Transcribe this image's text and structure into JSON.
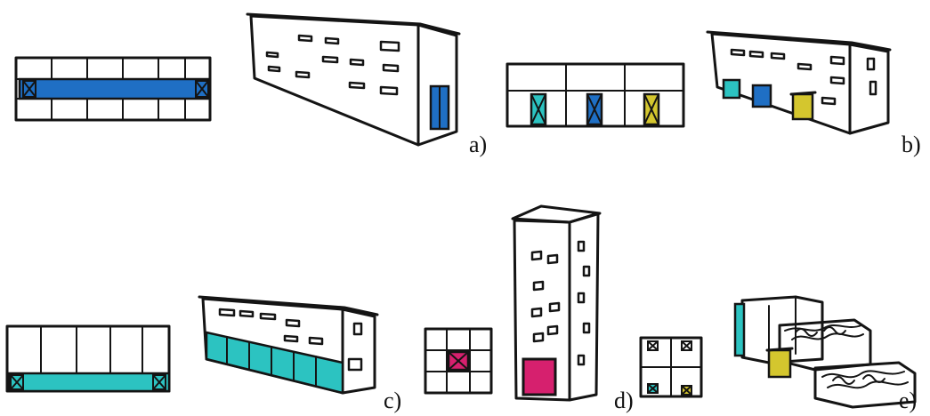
{
  "panels": [
    {
      "id": "a",
      "label": "a)"
    },
    {
      "id": "b",
      "label": "b)"
    },
    {
      "id": "c",
      "label": "c)"
    },
    {
      "id": "d",
      "label": "d)"
    },
    {
      "id": "e",
      "label": "e)"
    }
  ],
  "colors": {
    "blue": "#1f6fc4",
    "cyan": "#2cc3c1",
    "yellow": "#d4c62e",
    "magenta": "#d6206e",
    "ink": "#141414"
  }
}
